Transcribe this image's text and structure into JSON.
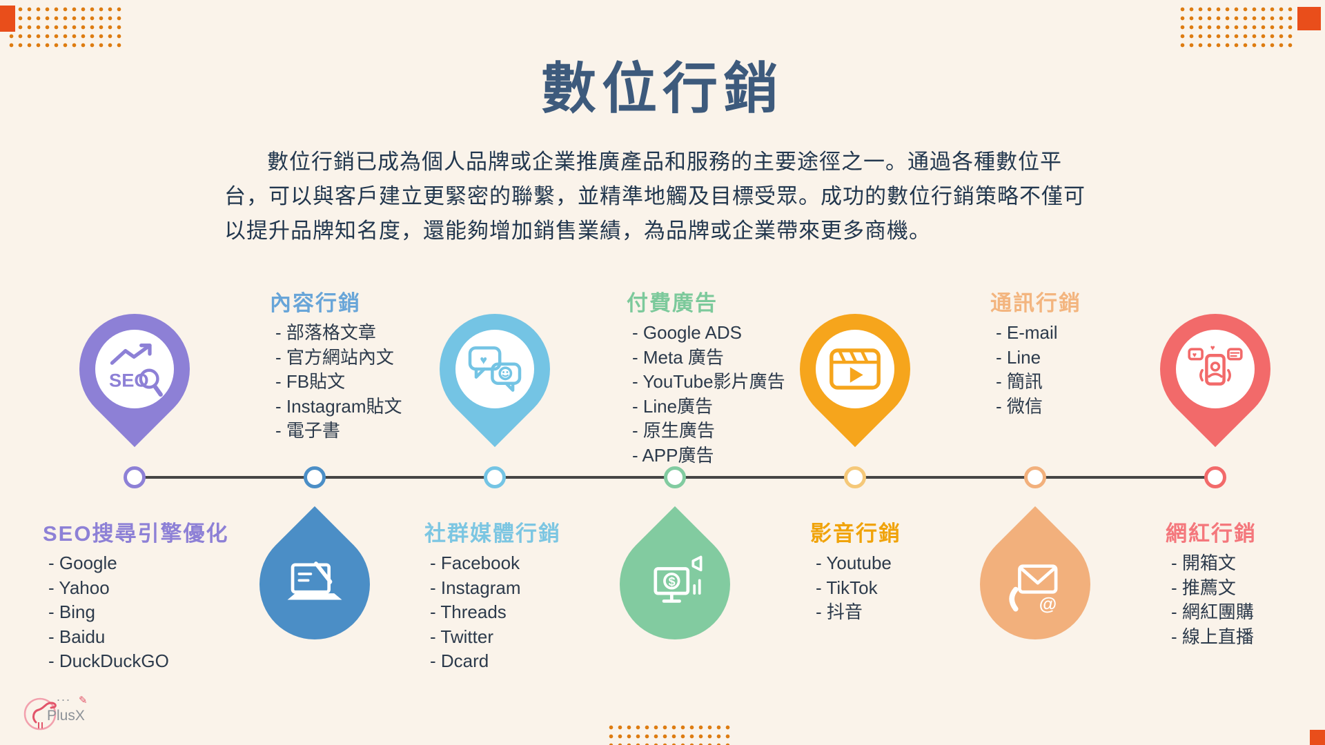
{
  "page": {
    "title": "數位行銷",
    "intro": "數位行銷已成為個人品牌或企業推廣產品和服務的主要途徑之一。通過各種數位平台，可以與客戶建立更緊密的聯繫，並精準地觸及目標受眾。成功的數位行銷策略不僅可以提升品牌知名度，還能夠增加銷售業績，為品牌或企業帶來更多商機。",
    "background_color": "#faf3ea",
    "title_color": "#3d5a7c",
    "text_color": "#22374e",
    "line_color": "#454545",
    "dot_color": "#dd7c12",
    "corner_square_color": "#e94e1b"
  },
  "logo": {
    "dots": "...",
    "pencil": "✎",
    "text": "PlusX",
    "accent": "#e2556a"
  },
  "categories": [
    {
      "label": "SEO搜尋引擎優化",
      "color": "#8d80d6",
      "pin_color": "#8d80d6",
      "icon": "seo-search-icon",
      "items": [
        "- Google",
        "- Yahoo",
        "- Bing",
        "- Baidu",
        "- DuckDuckGO"
      ]
    },
    {
      "label": "內容行銷",
      "color": "#68a5d8",
      "pin_color": "#4b8ec6",
      "icon": "laptop-writing-icon",
      "items": [
        "- 部落格文章",
        "- 官方網站內文",
        "- FB貼文",
        "- Instagram貼文",
        "- 電子書"
      ]
    },
    {
      "label": "社群媒體行銷",
      "color": "#7cc6e2",
      "pin_color": "#74c4e4",
      "icon": "chat-bubbles-icon",
      "items": [
        "- Facebook",
        "- Instagram",
        "- Threads",
        "- Twitter",
        "- Dcard"
      ]
    },
    {
      "label": "付費廣告",
      "color": "#7cc99b",
      "pin_color": "#82cba0",
      "icon": "ads-monitor-icon",
      "items": [
        "- Google  ADS",
        "- Meta 廣告",
        "- YouTube影片廣告",
        "- Line廣告",
        "- 原生廣告",
        "- APP廣告"
      ]
    },
    {
      "label": "影音行銷",
      "color": "#f0a30a",
      "pin_color": "#f6a51c",
      "node_color": "#f5c879",
      "icon": "clapper-play-icon",
      "items": [
        "- Youtube",
        "- TikTok",
        "- 抖音"
      ]
    },
    {
      "label": "通訊行銷",
      "color": "#f3b57f",
      "pin_color": "#f2b07c",
      "icon": "email-phone-icon",
      "items": [
        "- E-mail",
        "- Line",
        "- 簡訊",
        "- 微信"
      ]
    },
    {
      "label": "網紅行銷",
      "color": "#f4777c",
      "pin_color": "#f26a6a",
      "icon": "phone-social-icon",
      "items": [
        "- 開箱文",
        "- 推薦文",
        "- 網紅團購",
        "- 線上直播"
      ]
    }
  ]
}
